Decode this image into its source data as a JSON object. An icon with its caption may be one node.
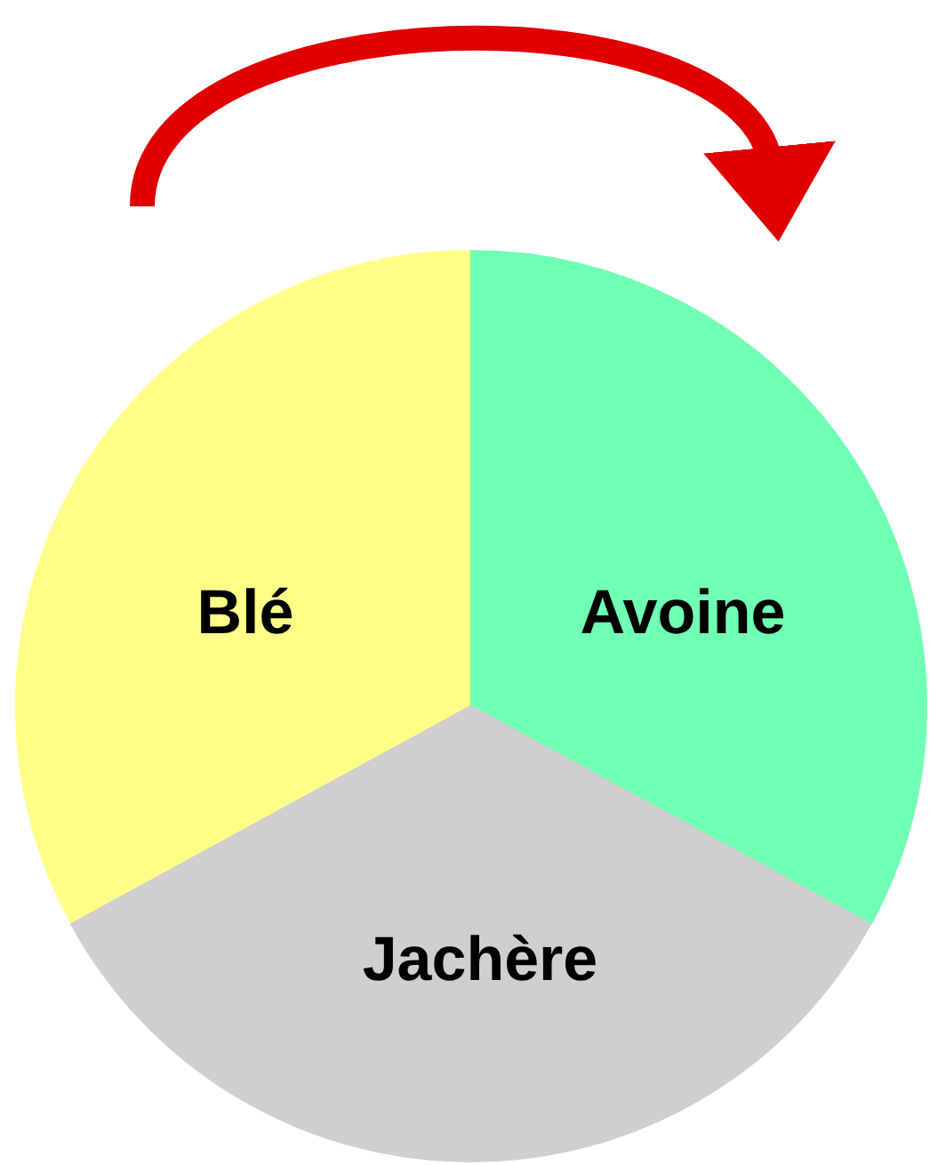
{
  "diagram": {
    "nodes": [
      {
        "text": [
          "Blé"
        ]
      },
      {
        "text": [
          "Avoine"
        ]
      },
      {
        "text": [
          "Jachère"
        ]
      }
    ]
  }
}
